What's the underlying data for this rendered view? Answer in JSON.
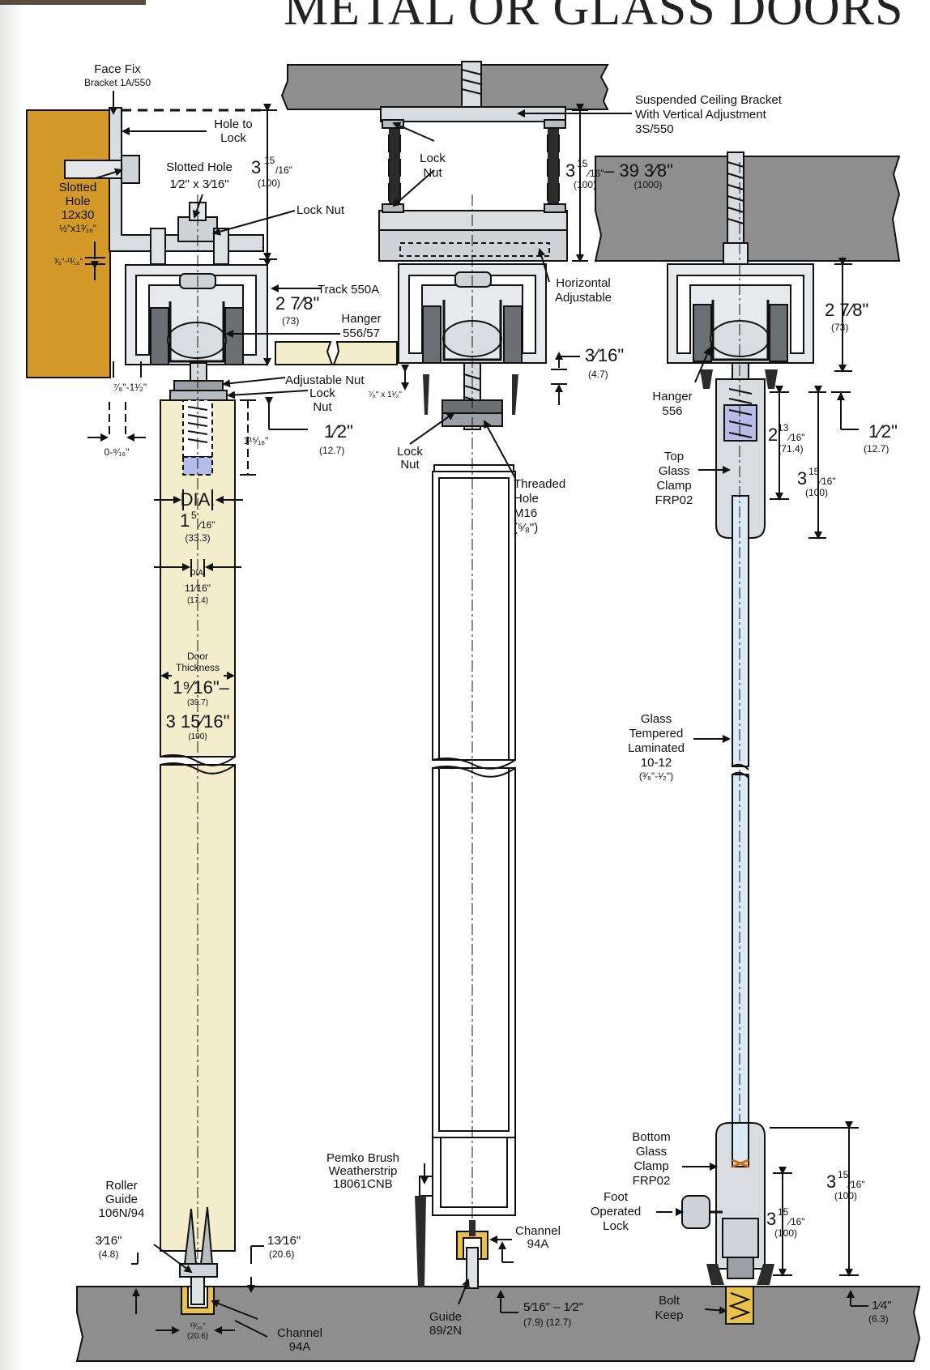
{
  "title": "METAL OR GLASS DOORS",
  "left": {
    "face_fix_bracket": [
      "Face Fix",
      "Bracket 1A/550"
    ],
    "hole_to_lock": [
      "Hole to",
      "Lock"
    ],
    "slotted_hole_side": [
      "Slotted",
      "Hole",
      "12x30",
      "½\"x1³⁄₁₆\""
    ],
    "slotted_hole_top": [
      "Slotted Hole",
      "1⁄2\" x 3⁄16\""
    ],
    "lock_nut": "Lock Nut",
    "dim_top": [
      "3",
      "15",
      "/16\"",
      "(100)"
    ],
    "dim_side": "³⁄₈\"-¹³⁄₁₆\"",
    "track": "Track 550A",
    "dim_track": [
      "2 7⁄8\"",
      "(73)"
    ],
    "hanger": [
      "Hanger",
      "556/57"
    ],
    "adjustable_nut": "Adjustable Nut",
    "lock_nut_2": [
      "Lock",
      "Nut"
    ],
    "dim_gap": "⁷⁄₈\"-1¹⁄₂\"",
    "dim_0916": "0-⁹⁄₁₆\"",
    "dim_11516": "1¹⁵⁄₁₆\"",
    "dim_half": [
      "1⁄2\"",
      "(12.7)"
    ],
    "dia": "DIA.",
    "dia_value": [
      "1",
      "5",
      "⁄16\"",
      "(33.3)"
    ],
    "dia_small": "DIA.",
    "dia_small_value": [
      "11⁄16\"",
      "(17.4)"
    ],
    "door_thickness": [
      "Door",
      "Thickness"
    ],
    "door_thickness_value": [
      "1⁹⁄16\"–",
      "(39.7)",
      "3 15⁄16\"",
      "(100)"
    ],
    "roller_guide": [
      "Roller",
      "Guide",
      "106N/94"
    ],
    "dim_316": [
      "3⁄16\"",
      "(4.8)"
    ],
    "dim_1316": [
      "13⁄16\"",
      "(20.6)"
    ],
    "dim_channel_small": [
      "¹³⁄₁₆\"",
      "(20.6)"
    ],
    "channel": [
      "Channel",
      "94A"
    ]
  },
  "middle": {
    "suspended_bracket": [
      "Suspended Ceiling Bracket",
      "With Vertical Adjustment",
      "3S/550"
    ],
    "lock_nut": [
      "Lock",
      "Nut"
    ],
    "dim_range": [
      "3",
      "15",
      "⁄16\"",
      "– 39 3⁄8\"",
      "(100)",
      "(1000)"
    ],
    "horizontal": [
      "Horizontal",
      "Adjustable"
    ],
    "dim_316": [
      "3⁄16\"",
      "(4.7)"
    ],
    "dim_78": "⁷⁄₈\" x 1¹⁄₂\"",
    "lock_nut_2": [
      "Lock",
      "Nut"
    ],
    "threaded_hole": [
      "Threaded",
      "Hole",
      "M16",
      "(⁵⁄₈\")"
    ],
    "pemko": [
      "Pemko Brush",
      "Weatherstrip",
      "18061CNB"
    ],
    "channel": [
      "Channel",
      "94A"
    ],
    "guide": [
      "Guide",
      "89/2N"
    ],
    "dim_bottom": [
      "5⁄16\" – 1⁄2\"",
      "(7.9)  (12.7)"
    ]
  },
  "right": {
    "dim_track": [
      "2 7⁄8\"",
      "(73)"
    ],
    "hanger": [
      "Hanger",
      "556"
    ],
    "dim_21316": [
      "2",
      "13",
      "⁄16\"",
      "(71.4)"
    ],
    "dim_half": [
      "1⁄2\"",
      "(12.7)"
    ],
    "top_clamp": [
      "Top",
      "Glass",
      "Clamp",
      "FRP02"
    ],
    "dim_31516": [
      "3",
      "15",
      "⁄16\"",
      "(100)"
    ],
    "glass": [
      "Glass",
      "Tempered",
      "Laminated",
      "10-12",
      "(³⁄₈\"-¹⁄₂\")"
    ],
    "bottom_clamp": [
      "Bottom",
      "Glass",
      "Clamp",
      "FRP02"
    ],
    "foot_lock": [
      "Foot",
      "Operated",
      "Lock"
    ],
    "dim_31516_b": [
      "3",
      "15",
      "⁄16\"",
      "(100)"
    ],
    "dim_31516_c": [
      "3",
      "15",
      "⁄16\"",
      "(100)"
    ],
    "bolt_keep": [
      "Bolt",
      "Keep"
    ],
    "dim_quarter": [
      "1⁄4\"",
      "(6.3)"
    ]
  },
  "colors": {
    "concrete": "#8e8e8e",
    "bracket": "#d39a2a",
    "door": "#f3edcc",
    "metal": "#d9dde1",
    "glass": "#dde9f5",
    "stroke": "#111111"
  }
}
